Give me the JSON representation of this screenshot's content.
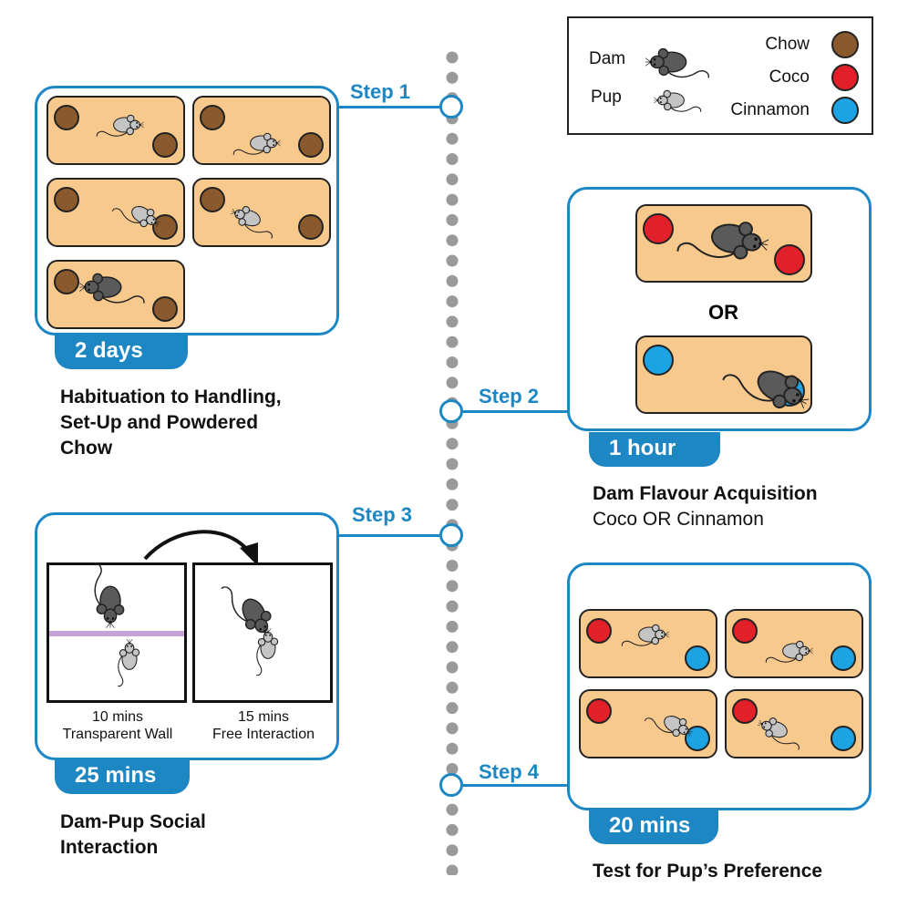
{
  "legend": {
    "dam": "Dam",
    "pup": "Pup",
    "chow": "Chow",
    "coco": "Coco",
    "cinnamon": "Cinnamon"
  },
  "colors": {
    "chow": "#8a5a2e",
    "coco": "#e2202a",
    "cinnamon": "#1ca3e4",
    "cage": "#f8c98d",
    "accent": "#1d87c3",
    "dam": "#5a5a5a",
    "pup": "#c4c4c4",
    "wall": "#c7a2d6",
    "timeline": "#9a9a9a"
  },
  "steps": [
    {
      "label": "Step 1",
      "duration": "2 days",
      "caption_lines": [
        "Habituation to Handling,",
        "Set-Up and Powdered",
        "Chow"
      ]
    },
    {
      "label": "Step 2",
      "duration": "1 hour",
      "or_text": "OR",
      "caption_title": "Dam Flavour Acquisition",
      "caption_sub": "Coco OR Cinnamon"
    },
    {
      "label": "Step 3",
      "duration": "25 mins",
      "left_box_lines": [
        "10 mins",
        "Transparent Wall"
      ],
      "right_box_lines": [
        "15 mins",
        "Free Interaction"
      ],
      "caption_lines": [
        "Dam-Pup Social",
        "Interaction"
      ]
    },
    {
      "label": "Step 4",
      "duration": "20 mins",
      "caption_lines": [
        "Test for Pup’s Preference"
      ]
    }
  ]
}
